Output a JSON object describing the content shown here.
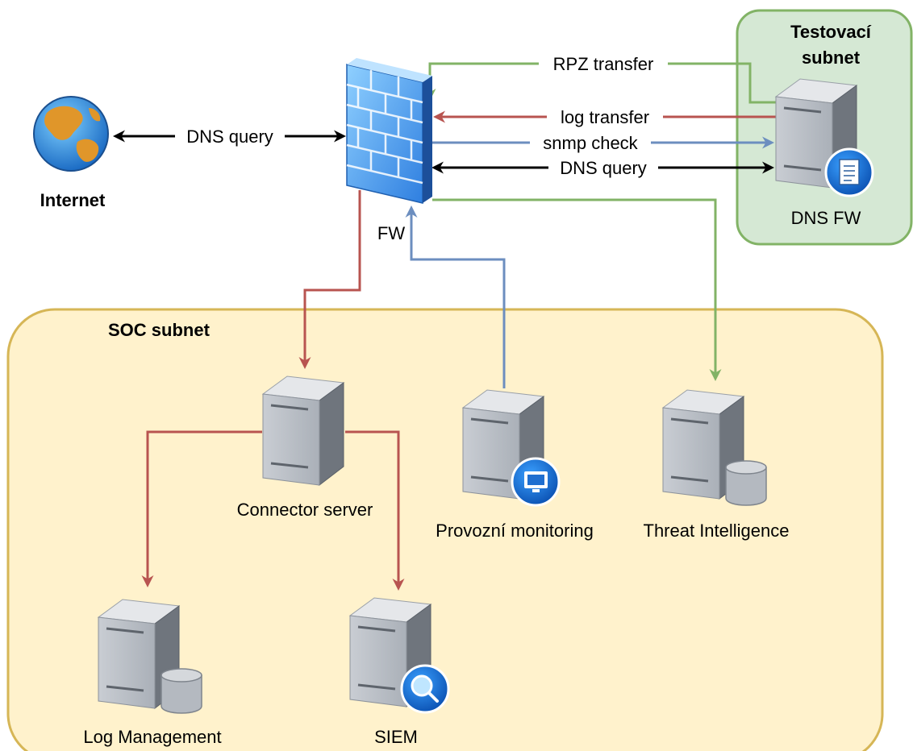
{
  "colors": {
    "red": "#b85450",
    "blue": "#6c8ebf",
    "green": "#82b366",
    "black": "#000000",
    "soc_fill": "#fff2cc",
    "soc_stroke": "#d6b656",
    "test_fill": "#d5e8d4",
    "test_stroke": "#82b366"
  },
  "groups": {
    "testovaci_line1": "Testovací",
    "testovaci_line2": "subnet",
    "soc": "SOC subnet"
  },
  "nodes": {
    "internet": "Internet",
    "fw": "FW",
    "dns_fw": "DNS FW",
    "connector": "Connector server",
    "provozni": "Provozní monitoring",
    "threat": "Threat Intelligence",
    "log_mgmt": "Log Management",
    "siem": "SIEM"
  },
  "edges": {
    "internet_dns": "DNS query",
    "rpz": "RPZ transfer",
    "log_transfer": "log transfer",
    "snmp": "snmp check",
    "dns_fw_query": "DNS query"
  },
  "icons": {
    "internet": "globe-icon",
    "fw": "firewall-icon",
    "servers": "server-icon",
    "document_badge": "document-icon",
    "database_badge": "database-icon",
    "monitor_badge": "monitor-icon",
    "search_badge": "search-icon"
  }
}
